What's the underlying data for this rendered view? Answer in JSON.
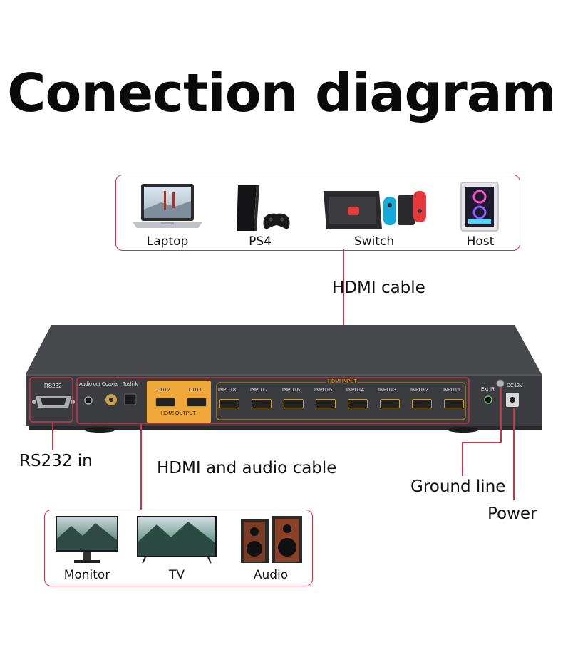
{
  "title": "Conection diagram",
  "sources": [
    {
      "label": "Laptop",
      "icon": "laptop-icon"
    },
    {
      "label": "PS4",
      "icon": "ps4-console-icon"
    },
    {
      "label": "Switch",
      "icon": "nintendo-switch-icon"
    },
    {
      "label": "Host",
      "icon": "desktop-host-icon"
    }
  ],
  "outputs": [
    {
      "label": "Monitor",
      "icon": "monitor-icon"
    },
    {
      "label": "TV",
      "icon": "tv-icon"
    },
    {
      "label": "Audio",
      "icon": "speakers-icon"
    }
  ],
  "callouts": {
    "hdmi_cable": "HDMI cable",
    "hdmi_audio_cable": "HDMI and audio cable",
    "rs232": "RS232 in",
    "ground": "Ground line",
    "power": "Power"
  },
  "panel": {
    "rs232": "RS232",
    "audio_out": "Audio out",
    "coaxial": "Coaxial",
    "toslink": "Toslink",
    "out2": "OUT2",
    "out1": "OUT1",
    "hdmi_output": "HDMI OUTPUT",
    "hdmi_input": "HDMI INPUT",
    "inputs": [
      "INPUT8",
      "INPUT7",
      "INPUT6",
      "INPUT5",
      "INPUT4",
      "INPUT3",
      "INPUT2",
      "INPUT1"
    ],
    "ext_ir": "Ext IR",
    "dc12v": "DC12V"
  },
  "colors": {
    "accent": "#c93548",
    "device_body": "#3a3b3e",
    "hdmi_output_panel": "#f0a83a"
  }
}
